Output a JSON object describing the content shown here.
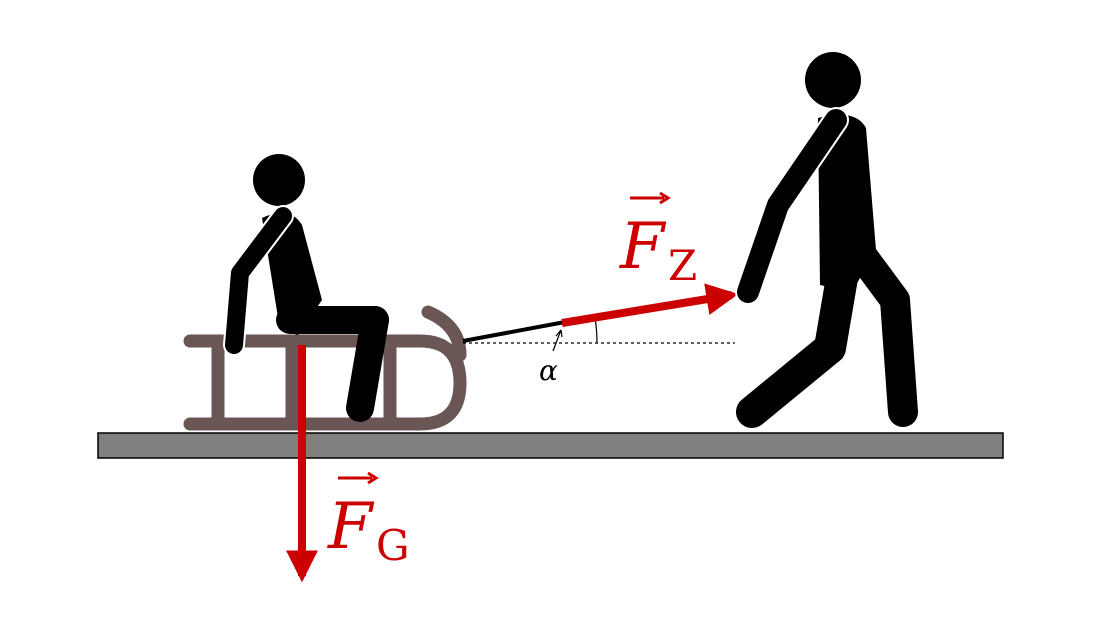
{
  "colors": {
    "force": "#cc0000",
    "figure": "#000000",
    "sled": "#6b5656",
    "ground_fill": "#808080",
    "ground_stroke": "#000000",
    "rope": "#000000",
    "background": "#ffffff"
  },
  "labels": {
    "pull_force_symbol": "F",
    "pull_force_subscript": "Z",
    "gravity_force_symbol": "F",
    "gravity_force_subscript": "G",
    "angle_symbol": "α"
  }
}
